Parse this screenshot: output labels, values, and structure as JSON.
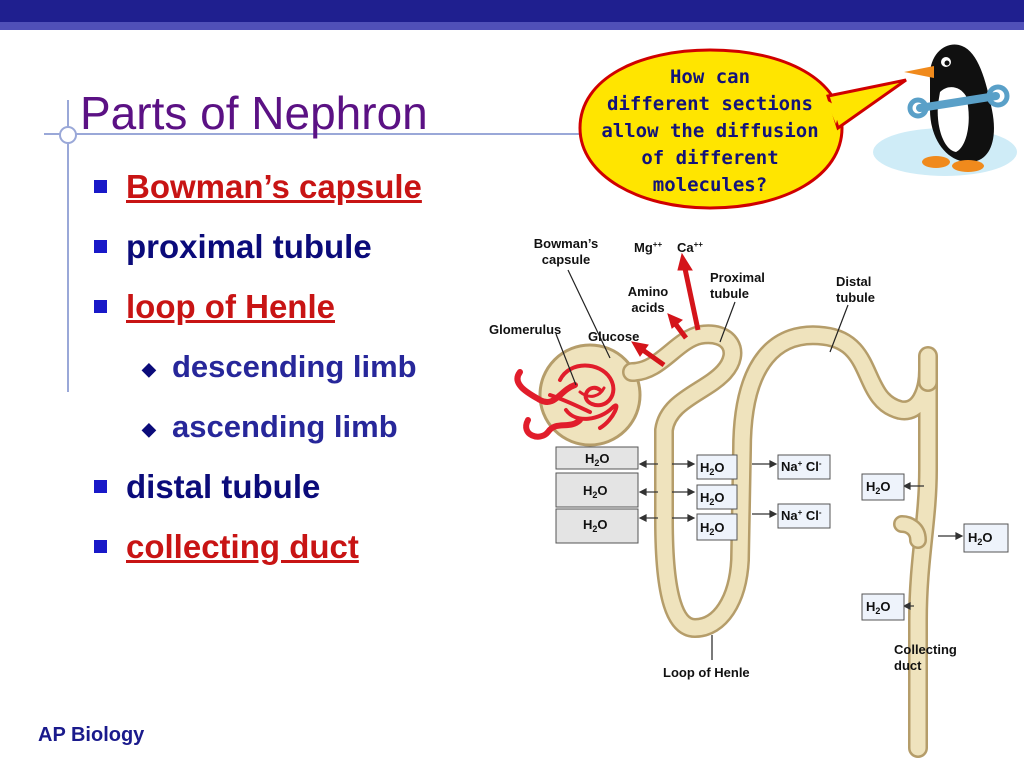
{
  "slide": {
    "title": "Parts of Nephron",
    "footer": "AP Biology",
    "bullets": [
      {
        "text": "Bowman’s capsule"
      },
      {
        "text": "proximal tubule"
      },
      {
        "text": "loop of Henle"
      },
      {
        "text": "descending limb"
      },
      {
        "text": "ascending limb"
      },
      {
        "text": "distal tubule"
      },
      {
        "text": "collecting duct"
      }
    ],
    "speech_bubble": {
      "lines": [
        "How can",
        "different sections",
        "allow the diffusion",
        "of different",
        "molecules?"
      ]
    }
  },
  "diagram": {
    "labels": {
      "bowmans_capsule": [
        "Bowman’s",
        "capsule"
      ],
      "glomerulus": "Glomerulus",
      "glucose": "Glucose",
      "amino_acids": [
        "Amino",
        "acids"
      ],
      "mg": "Mg",
      "mg_charge": "++",
      "ca": "Ca",
      "ca_charge": "++",
      "proximal_tubule": [
        "Proximal",
        "tubule"
      ],
      "distal_tubule": [
        "Distal",
        "tubule"
      ],
      "loop_of_henle": "Loop of Henle",
      "collecting_duct": [
        "Collecting",
        "duct"
      ]
    },
    "boxes": {
      "h2o": "H",
      "h2o_sub": "2",
      "h2o_end": "O",
      "na": "Na",
      "na_charge": "+",
      "cl": " Cl",
      "cl_charge": "-"
    },
    "colors": {
      "tubule": "#efe3bd",
      "tubule_edge": "#b59d6a",
      "blood": "#e11d2b",
      "arrow": "#d4141a",
      "bubble_fill": "#ffe500",
      "bubble_edge": "#d00000"
    }
  }
}
